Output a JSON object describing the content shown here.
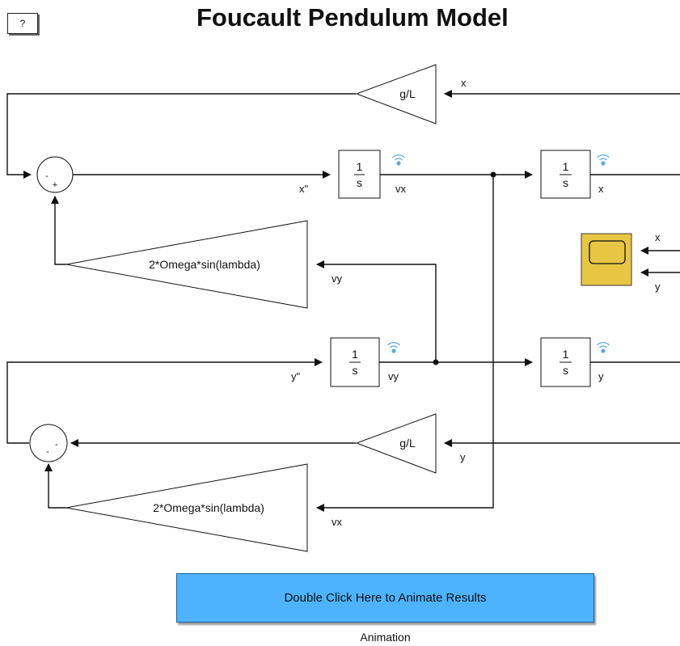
{
  "title": "Foucault Pendulum Model",
  "help_button": {
    "label": "?"
  },
  "blocks": {
    "gain_g_over_l": "g/L",
    "gain_coriolis": "2*Omega*sin(lambda)",
    "integrator_numerator": "1",
    "integrator_denominator": "s"
  },
  "sum_signs": {
    "top": [
      "-",
      "+"
    ],
    "bottom": [
      "-",
      "-"
    ]
  },
  "signal_labels": {
    "x": "x",
    "y": "y",
    "vx": "vx",
    "vy": "vy",
    "x_accel": "x\"",
    "y_accel": "y\""
  },
  "scope_inputs": [
    "x",
    "y"
  ],
  "animate_button": {
    "label": "Double Click Here to Animate Results",
    "caption": "Animation"
  },
  "colors": {
    "button_fill": "#4db3ff",
    "scope_fill": "#e8c543",
    "log_icon": "#5ea9e0"
  }
}
